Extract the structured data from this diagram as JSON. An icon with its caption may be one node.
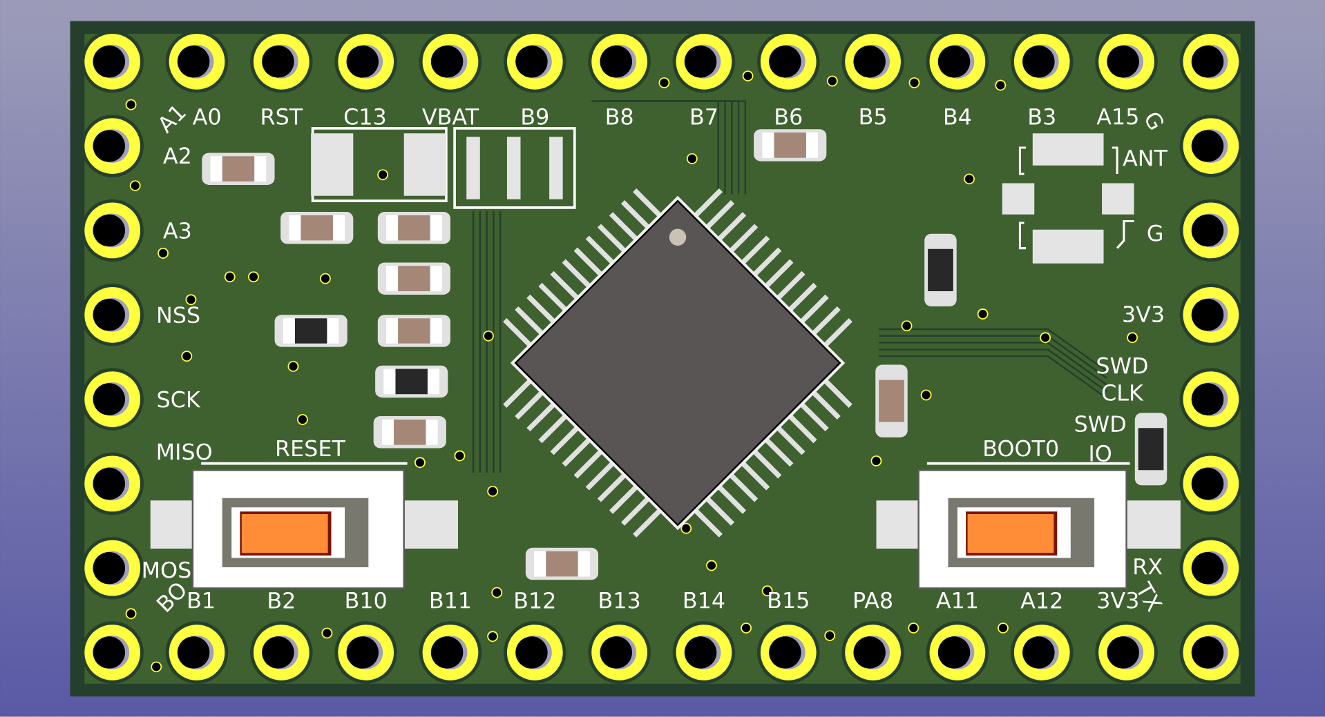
{
  "diagram": {
    "labels": [
      "A1",
      "A0",
      "RST",
      "C13",
      "VBAT",
      "B9",
      "B8",
      "B7",
      "B6",
      "B5",
      "B4",
      "B3",
      "A15",
      "G",
      "A2",
      "ANT",
      "A3",
      "G",
      "NSS",
      "3V3",
      "SWD",
      "SCK",
      "CLK",
      "SWD",
      "MISO",
      "RESET",
      "BOOT0",
      "IO",
      "MOS",
      "RX",
      "BO",
      "B1",
      "B2",
      "B10",
      "B11",
      "B12",
      "B13",
      "B14",
      "B15",
      "PA8",
      "A11",
      "A12",
      "3V3",
      "TX"
    ]
  }
}
